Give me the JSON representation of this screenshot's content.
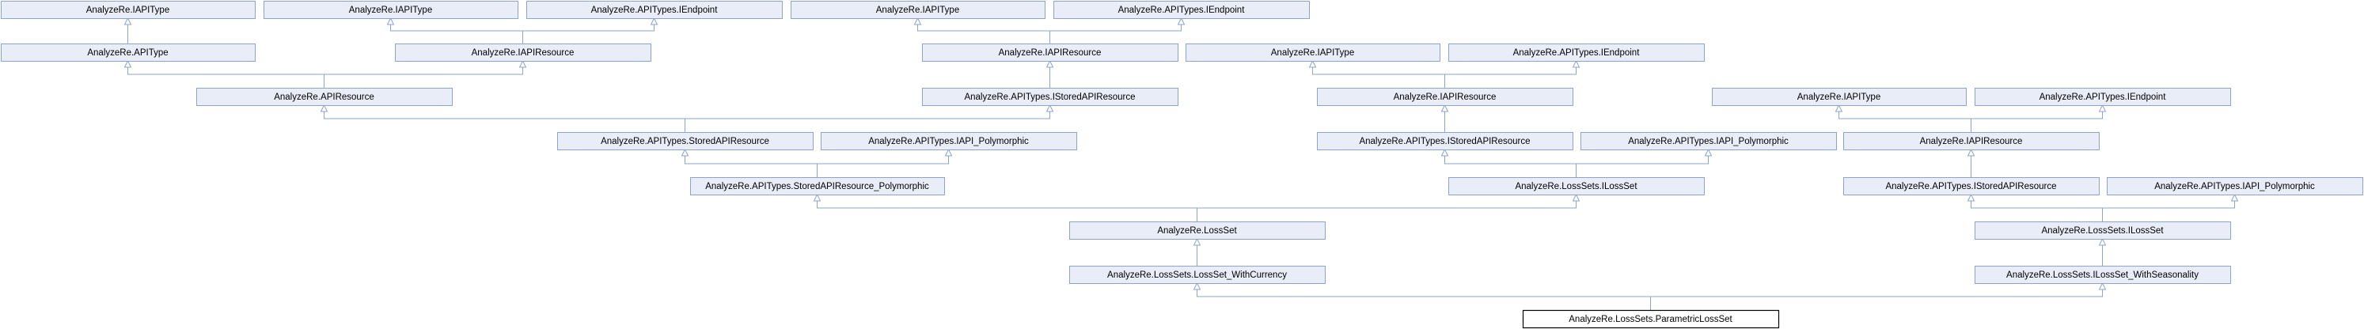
{
  "nodes": [
    {
      "id": "n1",
      "label": "AnalyzeRe.IAPIType"
    },
    {
      "id": "n2",
      "label": "AnalyzeRe.IAPIType"
    },
    {
      "id": "n3",
      "label": "AnalyzeRe.APITypes.IEndpoint"
    },
    {
      "id": "n4",
      "label": "AnalyzeRe.IAPIType"
    },
    {
      "id": "n5",
      "label": "AnalyzeRe.APITypes.IEndpoint"
    },
    {
      "id": "n6",
      "label": "AnalyzeRe.APIType"
    },
    {
      "id": "n7",
      "label": "AnalyzeRe.IAPIResource"
    },
    {
      "id": "n8",
      "label": "AnalyzeRe.IAPIResource"
    },
    {
      "id": "n9",
      "label": "AnalyzeRe.IAPIType"
    },
    {
      "id": "n10",
      "label": "AnalyzeRe.APITypes.IEndpoint"
    },
    {
      "id": "n11",
      "label": "AnalyzeRe.APIResource"
    },
    {
      "id": "n12",
      "label": "AnalyzeRe.APITypes.IStoredAPIResource"
    },
    {
      "id": "n13",
      "label": "AnalyzeRe.IAPIResource"
    },
    {
      "id": "n14",
      "label": "AnalyzeRe.IAPIType"
    },
    {
      "id": "n15",
      "label": "AnalyzeRe.APITypes.IEndpoint"
    },
    {
      "id": "n16",
      "label": "AnalyzeRe.APITypes.StoredAPIResource"
    },
    {
      "id": "n17",
      "label": "AnalyzeRe.APITypes.IAPI_Polymorphic"
    },
    {
      "id": "n18",
      "label": "AnalyzeRe.APITypes.IStoredAPIResource"
    },
    {
      "id": "n19",
      "label": "AnalyzeRe.APITypes.IAPI_Polymorphic"
    },
    {
      "id": "n20",
      "label": "AnalyzeRe.IAPIResource"
    },
    {
      "id": "n21",
      "label": "AnalyzeRe.APITypes.StoredAPIResource_Polymorphic"
    },
    {
      "id": "n22",
      "label": "AnalyzeRe.LossSets.ILossSet"
    },
    {
      "id": "n23",
      "label": "AnalyzeRe.APITypes.IStoredAPIResource"
    },
    {
      "id": "n24",
      "label": "AnalyzeRe.APITypes.IAPI_Polymorphic"
    },
    {
      "id": "n25",
      "label": "AnalyzeRe.LossSet"
    },
    {
      "id": "n26",
      "label": "AnalyzeRe.LossSets.ILossSet"
    },
    {
      "id": "n27",
      "label": "AnalyzeRe.LossSets.LossSet_WithCurrency"
    },
    {
      "id": "n28",
      "label": "AnalyzeRe.LossSets.ILossSet_WithSeasonality"
    },
    {
      "id": "n29",
      "label": "AnalyzeRe.LossSets.ParametricLossSet",
      "current": true
    }
  ],
  "edges": [
    {
      "from": "n1",
      "to": "n6"
    },
    {
      "from": "n2",
      "to": "n7"
    },
    {
      "from": "n3",
      "to": "n7"
    },
    {
      "from": "n4",
      "to": "n8"
    },
    {
      "from": "n5",
      "to": "n8"
    },
    {
      "from": "n6",
      "to": "n11"
    },
    {
      "from": "n7",
      "to": "n11"
    },
    {
      "from": "n8",
      "to": "n12"
    },
    {
      "from": "n9",
      "to": "n13"
    },
    {
      "from": "n10",
      "to": "n13"
    },
    {
      "from": "n14",
      "to": "n20"
    },
    {
      "from": "n15",
      "to": "n20"
    },
    {
      "from": "n11",
      "to": "n16"
    },
    {
      "from": "n12",
      "to": "n16"
    },
    {
      "from": "n13",
      "to": "n18"
    },
    {
      "from": "n16",
      "to": "n21"
    },
    {
      "from": "n17",
      "to": "n21"
    },
    {
      "from": "n18",
      "to": "n22"
    },
    {
      "from": "n19",
      "to": "n22"
    },
    {
      "from": "n20",
      "to": "n23"
    },
    {
      "from": "n21",
      "to": "n25"
    },
    {
      "from": "n22",
      "to": "n25"
    },
    {
      "from": "n23",
      "to": "n26"
    },
    {
      "from": "n24",
      "to": "n26"
    },
    {
      "from": "n25",
      "to": "n27"
    },
    {
      "from": "n26",
      "to": "n28"
    },
    {
      "from": "n27",
      "to": "n29"
    },
    {
      "from": "n28",
      "to": "n29"
    }
  ]
}
